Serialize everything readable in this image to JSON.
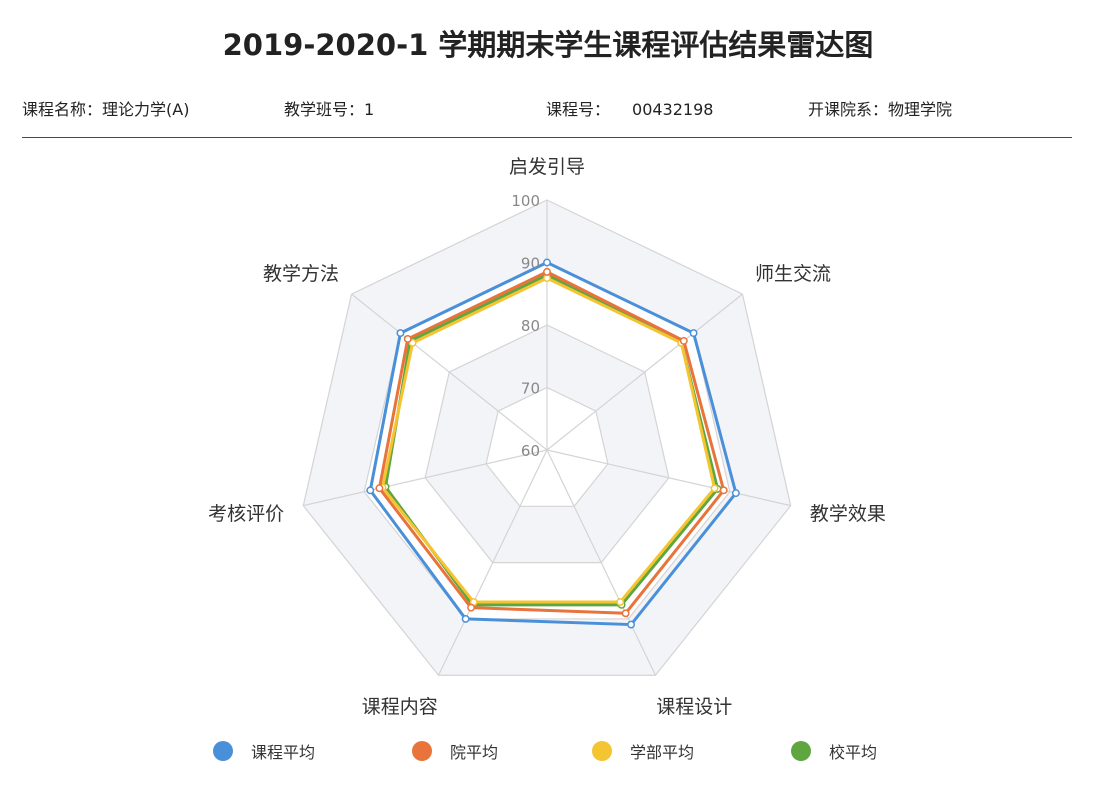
{
  "header": {
    "title": "2019-2020-1 学期期末学生课程评估结果雷达图",
    "course_name_label": "课程名称：",
    "course_name": "理论力学(A)",
    "class_no_label": "教学班号：",
    "class_no": "1",
    "course_id_label": "课程号：",
    "course_id": "00432198",
    "dept_label": "开课院系：",
    "dept": "物理学院"
  },
  "chart_data": {
    "type": "radar",
    "axes": [
      "启发引导",
      "师生交流",
      "教学效果",
      "课程设计",
      "课程内容",
      "考核评价",
      "教学方法"
    ],
    "range": [
      60,
      100
    ],
    "ring_ticks": [
      60,
      70,
      80,
      90,
      100
    ],
    "series": [
      {
        "name": "课程平均",
        "color": "#4a90d9",
        "values": [
          90,
          90,
          91,
          91,
          90,
          89,
          90
        ]
      },
      {
        "name": "院平均",
        "color": "#e8743b",
        "values": [
          88.5,
          88,
          89,
          89,
          88,
          87.5,
          88.5
        ]
      },
      {
        "name": "学部平均",
        "color": "#f5c431",
        "values": [
          87.5,
          87.5,
          87.5,
          87,
          87,
          87,
          87.5
        ]
      },
      {
        "name": "校平均",
        "color": "#5fa641",
        "values": [
          88,
          87.5,
          88,
          87.5,
          87.5,
          86.5,
          88
        ]
      }
    ]
  }
}
